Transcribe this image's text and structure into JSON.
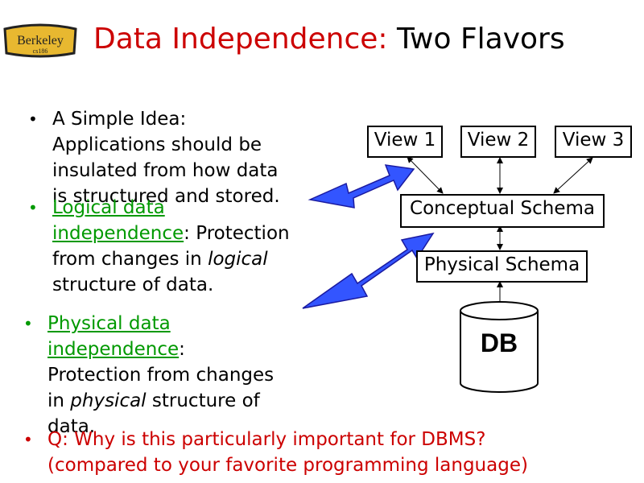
{
  "logo": {
    "line1": "Berkeley",
    "line2": "cs186"
  },
  "title": {
    "part1": "Data Independence:",
    "part2": "Two Flavors"
  },
  "bullets": [
    {
      "lines": [
        "A Simple Idea:",
        "Applications should be",
        "insulated from how data",
        "is structured and stored."
      ]
    },
    {
      "link_line1": "Logical data",
      "link_line2": "independence",
      "line2_rest": ":  Protection",
      "line3_a": "from changes in ",
      "line3_em": "logical",
      "line4": "structure of data."
    },
    {
      "link_line1": "Physical data",
      "link_line2": "independence",
      "line2_rest": ":",
      "line3": "Protection from changes",
      "line4_a": "in ",
      "line4_em": "physical",
      "line4_b": " structure of",
      "line5": "data."
    },
    {
      "lines": [
        "Q: Why is this particularly important for DBMS?",
        "(compared to your favorite programming language)"
      ]
    }
  ],
  "diagram": {
    "views": [
      "View 1",
      "View 2",
      "View 3"
    ],
    "conceptual": "Conceptual Schema",
    "physical": "Physical Schema",
    "db": "DB"
  },
  "colors": {
    "title": "#cc0000",
    "link": "#009900",
    "question": "#cc0000",
    "arrow": "#3355ff",
    "logo": "#e8b830"
  }
}
